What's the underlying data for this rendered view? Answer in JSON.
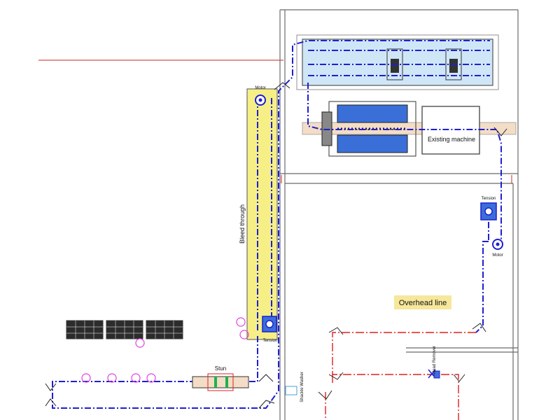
{
  "labels": {
    "motor_top": "Motor",
    "motor_right": "Motor",
    "tension_bottom": "Tension",
    "tension_right": "Tension",
    "bleed_through": "Bleed through",
    "existing_machine": "Existing machine",
    "overhead_line": "Overhead line",
    "stun": "Stun",
    "shackle_washer": "Shackle Washer",
    "head_remover": "Head Remover"
  },
  "colors": {
    "background": "#ffffff",
    "wall": "#6b6b6b",
    "conveyor_blue": "#1f1fd0",
    "red_line": "#e02020",
    "bleed_zone": "#f6ef86",
    "machine_fill": "#cfe6f7",
    "overhead_badge": "#f7e79a",
    "pink_shackle": "#e040e0",
    "track_fill": "#f3ddc6",
    "green_marker": "#22b14c"
  }
}
